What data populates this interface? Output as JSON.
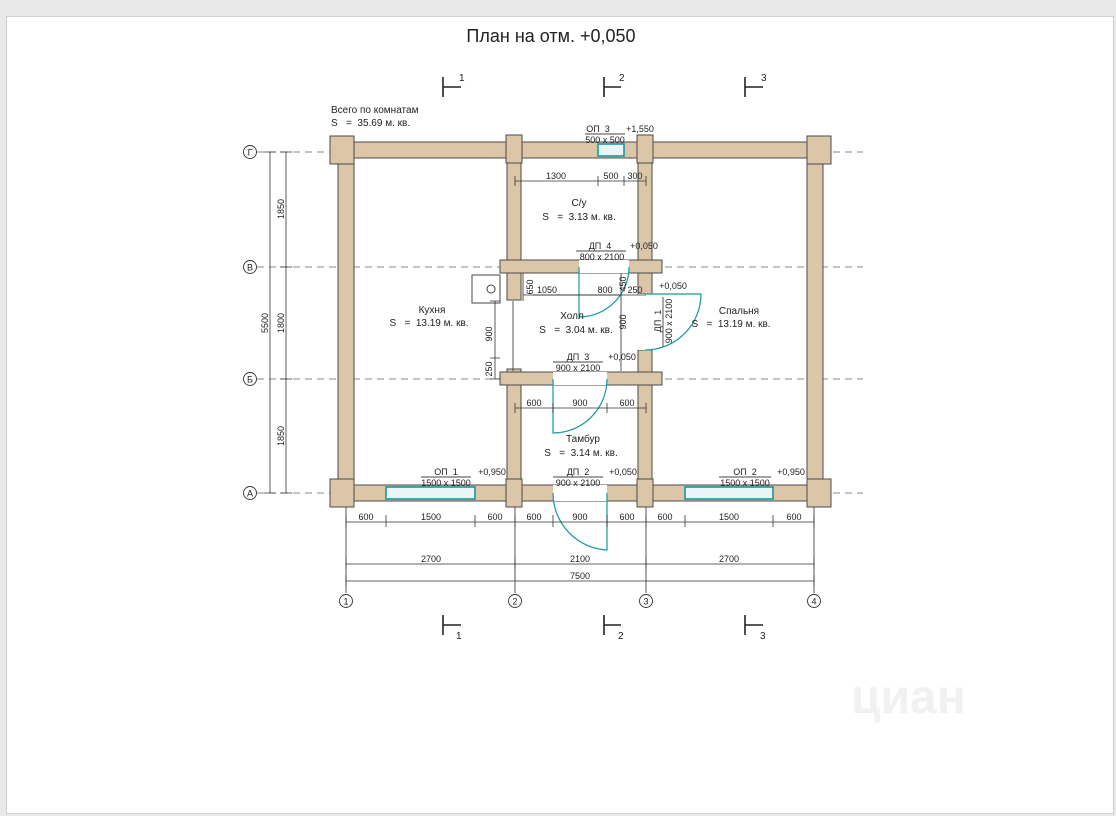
{
  "title": "План на отм. +0,050",
  "total": {
    "label": "Всего по комнатам",
    "value": "S   =  35.69 м. кв."
  },
  "rooms": [
    {
      "name": "Кухня",
      "area": "S   =  13.19 м. кв."
    },
    {
      "name": "С/у",
      "area": "S   =  3.13 м. кв."
    },
    {
      "name": "Холл",
      "area": "S   =  3.04 м. кв."
    },
    {
      "name": "Тамбур",
      "area": "S   =  3.14 м. кв."
    },
    {
      "name": "Спальня",
      "area": "S   =  13.19 м. кв."
    }
  ],
  "openings": {
    "op1": {
      "mark": "ОП_1",
      "size": "1500 x 1500",
      "elev": "+0,950"
    },
    "op2": {
      "mark": "ОП_2",
      "size": "1500 x 1500",
      "elev": "+0,950"
    },
    "op3": {
      "mark": "ОП_3",
      "size": "500 x 500",
      "elev": "+1,550"
    },
    "dp1": {
      "mark": "ДП_1",
      "size": "900 x 2100",
      "elev": "+0,050"
    },
    "dp2": {
      "mark": "ДП_2",
      "size": "900 x 2100",
      "elev": "+0,050"
    },
    "dp3": {
      "mark": "ДП_3",
      "size": "900 x 2100",
      "elev": "+0,050"
    },
    "dp4": {
      "mark": "ДП_4",
      "size": "800 x 2100",
      "elev": "+0,050"
    }
  },
  "axes": {
    "columns": [
      "1",
      "2",
      "3",
      "4"
    ],
    "rows": [
      "Г",
      "В",
      "Б",
      "А"
    ]
  },
  "sections": [
    "1",
    "2",
    "3"
  ],
  "dims": {
    "bottom_row1": [
      "600",
      "1500",
      "600",
      "600",
      "900",
      "600",
      "600",
      "1500",
      "600"
    ],
    "bottom_row2": [
      "2700",
      "2100",
      "2700"
    ],
    "bottom_total": "7500",
    "left_row": [
      "1850",
      "1800",
      "1850"
    ],
    "left_total": "5500",
    "top_su": [
      "1300",
      "500",
      "300"
    ],
    "hall": [
      "1050",
      "800",
      "250",
      "450",
      "650",
      "900",
      "250",
      "900"
    ],
    "tambur": [
      "600",
      "900",
      "600"
    ]
  },
  "watermark": "циан"
}
